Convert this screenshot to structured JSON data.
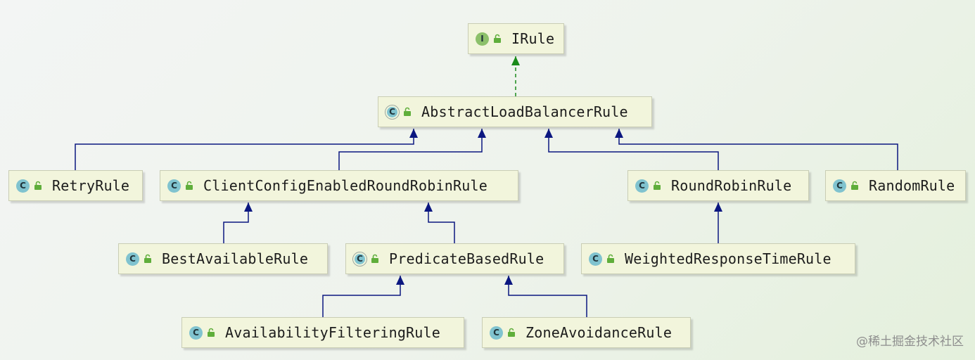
{
  "nodes": {
    "irule": {
      "label": "IRule",
      "kind_icon": "I"
    },
    "abstract": {
      "label": "AbstractLoadBalancerRule",
      "kind_icon": "C"
    },
    "retry": {
      "label": "RetryRule",
      "kind_icon": "C"
    },
    "clientconfig": {
      "label": "ClientConfigEnabledRoundRobinRule",
      "kind_icon": "C"
    },
    "roundrobin": {
      "label": "RoundRobinRule",
      "kind_icon": "C"
    },
    "random": {
      "label": "RandomRule",
      "kind_icon": "C"
    },
    "bestavailable": {
      "label": "BestAvailableRule",
      "kind_icon": "C"
    },
    "predicate": {
      "label": "PredicateBasedRule",
      "kind_icon": "C"
    },
    "weighted": {
      "label": "WeightedResponseTimeRule",
      "kind_icon": "C"
    },
    "availability": {
      "label": "AvailabilityFilteringRule",
      "kind_icon": "C"
    },
    "zoneavoidance": {
      "label": "ZoneAvoidanceRule",
      "kind_icon": "C"
    }
  },
  "edges": [
    {
      "from": "abstract",
      "to": "irule",
      "type": "implements"
    },
    {
      "from": "retry",
      "to": "abstract",
      "type": "extends"
    },
    {
      "from": "clientconfig",
      "to": "abstract",
      "type": "extends"
    },
    {
      "from": "roundrobin",
      "to": "abstract",
      "type": "extends"
    },
    {
      "from": "random",
      "to": "abstract",
      "type": "extends"
    },
    {
      "from": "bestavailable",
      "to": "clientconfig",
      "type": "extends"
    },
    {
      "from": "predicate",
      "to": "clientconfig",
      "type": "extends"
    },
    {
      "from": "weighted",
      "to": "roundrobin",
      "type": "extends"
    },
    {
      "from": "availability",
      "to": "predicate",
      "type": "extends"
    },
    {
      "from": "zoneavoidance",
      "to": "predicate",
      "type": "extends"
    }
  ],
  "colors": {
    "extends": "#0b1780",
    "implements": "#1a8a1a",
    "node_fill": "#f2f5dc"
  },
  "watermark": "@稀土掘金技术社区"
}
